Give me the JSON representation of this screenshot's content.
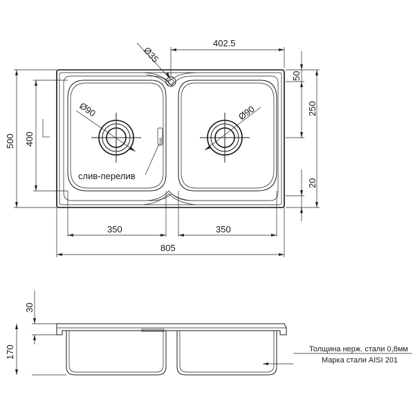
{
  "top_view": {
    "dim_offset_402_5": "402.5",
    "dim_hole_35": "Ø35",
    "dim_50": "50",
    "dim_250": "250",
    "dim_500": "500",
    "dim_400": "400",
    "dim_20": "20",
    "dim_drain_left": "Ø90",
    "dim_drain_right": "Ø90",
    "label_overflow": "слив-перелив",
    "overflow_mark": "ooo",
    "dim_bowl_left": "350",
    "dim_bowl_right": "350",
    "dim_total_width": "805"
  },
  "side_view": {
    "dim_30": "30",
    "dim_170": "170"
  },
  "notes": {
    "line1": "Толщина нерж. стали 0,8мм",
    "line2": "Марка стали AISI 201"
  }
}
